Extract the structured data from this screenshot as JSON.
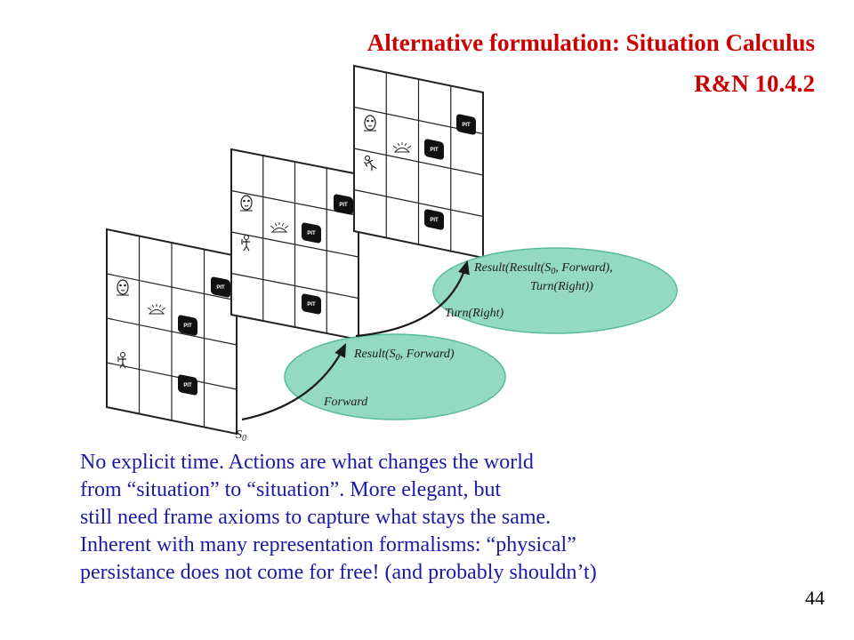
{
  "title": {
    "line1": "Alternative formulation: Situation Calculus",
    "line2": "R&N 10.4.2"
  },
  "diagram": {
    "pit_label": "PIT",
    "s0_label": "S",
    "s0_sub": "0",
    "ellipse1": {
      "top_label_pre": "Result(S",
      "top_label_sub": "0",
      "top_label_post": ", Forward)",
      "bottom_label": "Forward"
    },
    "ellipse2": {
      "top_label_pre": "Result(Result(S",
      "top_label_sub": "0",
      "top_label_post": ", Forward),",
      "top_label_line2": "Turn(Right))",
      "bottom_label": "Turn(Right)"
    },
    "colors": {
      "ellipse_fill": "#8fd9c0",
      "ellipse_stroke": "#4fb893",
      "grid_line": "#222222",
      "pit": "#111111"
    }
  },
  "body": {
    "lines": [
      "No explicit time. Actions are what changes the world",
      "from “situation” to “situation”. More elegant, but",
      "still need frame axioms to capture what stays the same.",
      "Inherent with many representation formalisms: “physical”",
      "persistance does not come for free! (and probably shouldn’t)"
    ]
  },
  "page_number": "44"
}
